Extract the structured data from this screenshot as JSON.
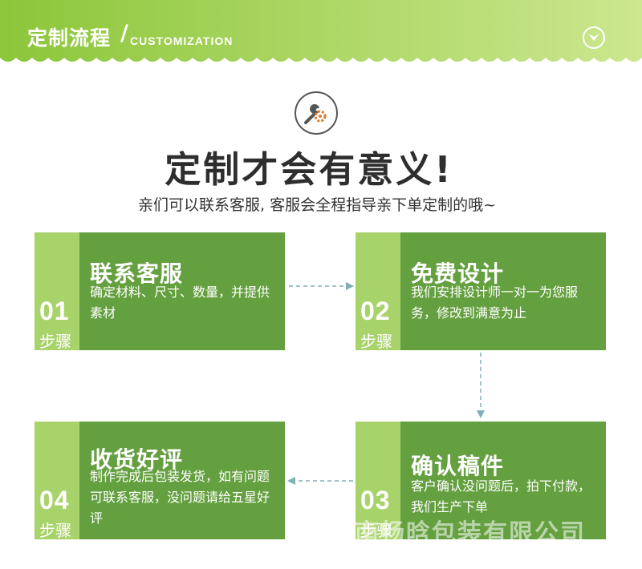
{
  "header": {
    "title": "定制流程",
    "slash": "/",
    "subtitle": "CUSTOMIZATION",
    "right_icon": "chevron-down-circle-icon",
    "gradient_start": "#8fc93a",
    "gradient_end": "#c9e68a"
  },
  "hero": {
    "icon": "tools-gear-icon",
    "headline": "定制才会有意义!",
    "subline": "亲们可以联系客服, 客服会全程指导亲下单定制的哦~"
  },
  "steps": [
    {
      "number": "01",
      "step_label": "步骤",
      "title": "联系客服",
      "description": "确定材料、尺寸、数量，并提供素材"
    },
    {
      "number": "02",
      "step_label": "步骤",
      "title": "免费设计",
      "description": "我们安排设计师一对一为您服务，修改到满意为止"
    },
    {
      "number": "03",
      "step_label": "步骤",
      "title": "确认稿件",
      "description": "客户确认没问题后，拍下付款，我们生产下单"
    },
    {
      "number": "04",
      "step_label": "步骤",
      "title": "收货好评",
      "description": "制作完成后包装发货，如有问题可联系客服，没问题请给五星好评"
    }
  ],
  "watermark": "南畅晗包装有限公司",
  "colors": {
    "card_side": "#a8d36a",
    "card_main": "#64a03f",
    "arrow": "#7fb0b6"
  }
}
